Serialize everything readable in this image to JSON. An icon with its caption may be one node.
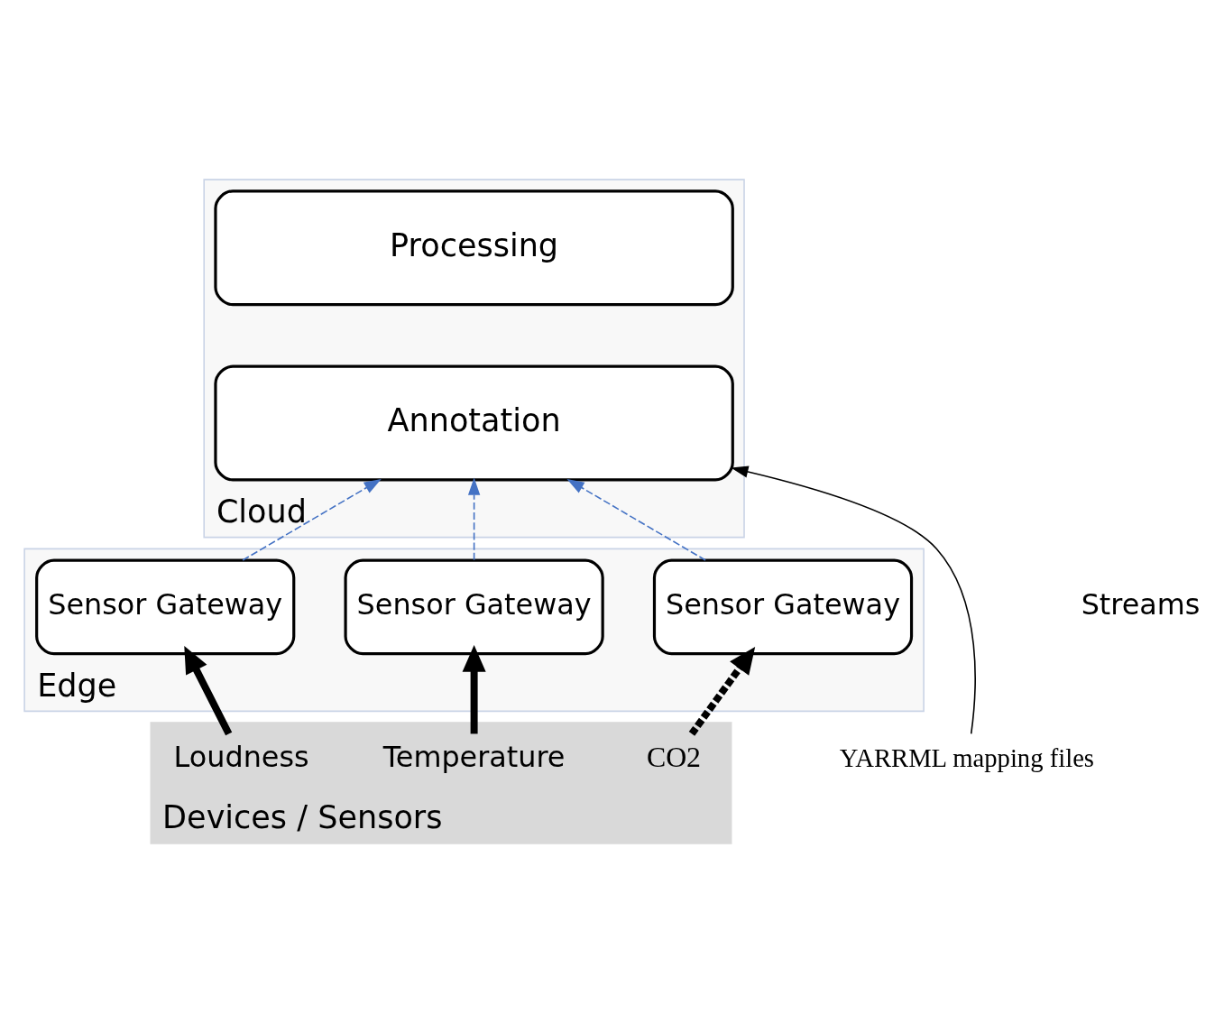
{
  "diagram": {
    "nodes": [
      {
        "text": [
          "Cloud"
        ]
      },
      {
        "text": [
          "Processing"
        ],
        "in": 0
      },
      {
        "text": [
          "Annotation"
        ],
        "in": 0
      },
      {
        "text": [
          "Edge"
        ]
      },
      {
        "text": [
          "Sensor Gateway"
        ],
        "in": 3
      },
      {
        "text": [
          "Sensor Gateway"
        ],
        "in": 3
      },
      {
        "text": [
          "Sensor Gateway"
        ],
        "in": 3
      },
      {
        "text": [
          "Devices / Sensors"
        ]
      },
      {
        "text": [
          "CO2"
        ],
        "in": 7
      },
      {
        "text": [
          "Temperature"
        ],
        "in": 7
      },
      {
        "text": [
          "Loudness"
        ],
        "in": 7
      },
      {
        "text": [
          "YARRML mapping files"
        ]
      }
    ],
    "edges": [
      {
        "from": 4,
        "to": 2,
        "arrow": "to",
        "style": "dashed",
        "color": "#4472c4"
      },
      {
        "from": 5,
        "to": 2,
        "arrow": "to",
        "style": "dashed",
        "color": "#4472c4"
      },
      {
        "from": 6,
        "to": 2,
        "arrow": "to",
        "style": "dashed",
        "color": "#4472c4"
      },
      {
        "from": 8,
        "to": 4,
        "arrow": "to",
        "style": "dashed"
      },
      {
        "from": 9,
        "to": 5,
        "arrow": "to",
        "style": "thick"
      },
      {
        "from": 10,
        "to": 6,
        "arrow": "to",
        "style": "thick"
      },
      {
        "from": 11,
        "to": 2,
        "arrow": "to"
      }
    ],
    "labels": [
      "Streams"
    ]
  }
}
